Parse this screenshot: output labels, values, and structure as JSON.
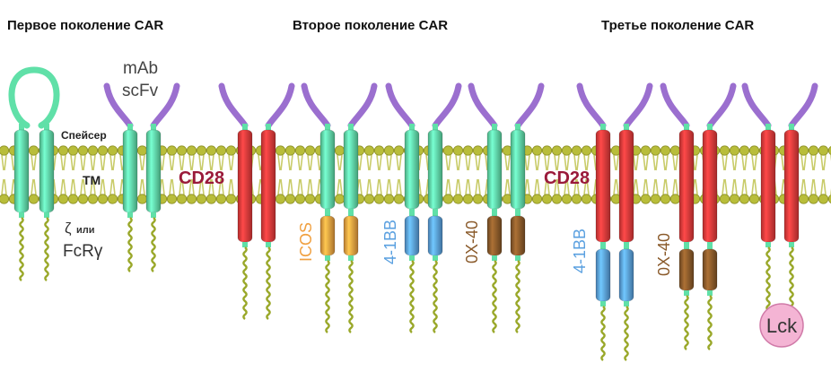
{
  "titles": {
    "first": "Первое поколение CAR",
    "second": "Второе поколение CAR",
    "third": "Третье поколение CAR"
  },
  "labels": {
    "mab": "mAb",
    "scfv": "scFv",
    "spacer": "Спейсер",
    "tm": "TM",
    "zeta": "ζ",
    "or": "или",
    "fcr": "FcRγ",
    "cd28_a": "CD28",
    "cd28_b": "CD28",
    "icos": "ICOS",
    "bb_a": "4-1BB",
    "ox_a": "0X-40",
    "bb_b": "4-1BB",
    "ox_b": "0X-40",
    "lck": "Lck"
  },
  "colors": {
    "membrane": "#b8bd3a",
    "scfv": "#9b6fcf",
    "first_gen": "#60e0a8",
    "cd28": "#e83a3a",
    "icos": "#f0a040",
    "bb": "#5aa0e0",
    "ox": "#8a5a2a",
    "tail": "#9aa82a",
    "lck": "#f4b4d4",
    "cd28_label": "#9a1a3a"
  }
}
